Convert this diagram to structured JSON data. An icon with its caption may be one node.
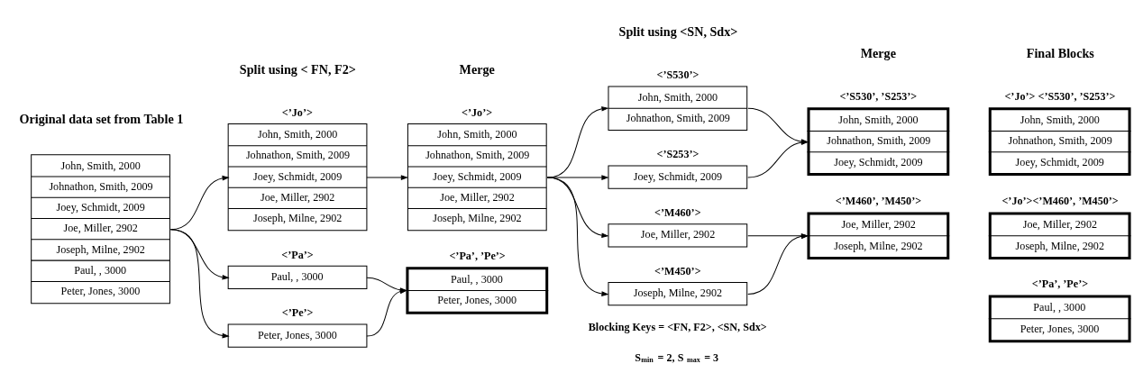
{
  "diagram": {
    "nodes": [
      {
        "text": [
          "John, Smith, 2000",
          "Johnathon, Smith, 2009",
          "Joey, Schmidt, 2009",
          "Joe, Miller, 2902",
          "Joseph, Milne, 2902",
          "Paul, , 3000",
          "Peter, Jones, 3000"
        ]
      },
      {
        "text": [
          "<’Jo’>",
          "John, Smith, 2000",
          "Johnathon, Smith, 2009",
          "Joey, Schmidt, 2009",
          "Joe, Miller, 2902",
          "Joseph, Milne, 2902"
        ]
      },
      {
        "text": [
          "<’Pa’>",
          "Paul, , 3000"
        ]
      },
      {
        "text": [
          "<’Pe’>",
          "Peter, Jones, 3000"
        ]
      },
      {
        "text": [
          "<’Jo’>",
          "John, Smith, 2000",
          "Johnathon, Smith, 2009",
          "Joey, Schmidt, 2009",
          "Joe, Miller, 2902",
          "Joseph, Milne, 2902"
        ]
      },
      {
        "text": [
          "<’Pa’, ’Pe’>",
          "Paul, , 3000",
          "Peter, Jones, 3000"
        ]
      },
      {
        "text": [
          "<’S530’>",
          "John, Smith, 2000",
          "Johnathon, Smith, 2009"
        ]
      },
      {
        "text": [
          "<’S253’>",
          "Joey, Schmidt, 2009"
        ]
      },
      {
        "text": [
          "<’M460’>",
          "Joe, Miller, 2902"
        ]
      },
      {
        "text": [
          "<’M450’>",
          "Joseph, Milne, 2902"
        ]
      },
      {
        "text": [
          "<’S530’, ’S253’>",
          "John, Smith, 2000",
          "Johnathon, Smith, 2009",
          "Joey, Schmidt, 2009"
        ]
      },
      {
        "text": [
          "<’M460’, ’M450’>",
          "Joe, Miller, 2902",
          "Joseph, Milne, 2902"
        ]
      },
      {
        "text": [
          "<’Jo’> <’S530’, ’S253’>",
          "John, Smith, 2000",
          "Johnathon, Smith, 2009",
          "Joey, Schmidt, 2009"
        ]
      },
      {
        "text": [
          "<’Jo’><’M460’, ’M450’>",
          "Joe, Miller, 2902",
          "Joseph, Milne, 2902"
        ]
      },
      {
        "text": [
          "<’Pa’, ’Pe’>",
          "Paul, , 3000",
          "Peter, Jones, 3000"
        ]
      }
    ],
    "edges": [
      {
        "from": 0,
        "to": 1,
        "arrow": "to"
      },
      {
        "from": 0,
        "to": 2,
        "arrow": "to"
      },
      {
        "from": 0,
        "to": 3,
        "arrow": "to"
      },
      {
        "from": 1,
        "to": 4,
        "arrow": "to"
      },
      {
        "from": 2,
        "to": 5,
        "arrow": "to"
      },
      {
        "from": 3,
        "to": 5,
        "arrow": "to"
      },
      {
        "from": 4,
        "to": 6,
        "arrow": "to"
      },
      {
        "from": 4,
        "to": 7,
        "arrow": "to"
      },
      {
        "from": 4,
        "to": 8,
        "arrow": "to"
      },
      {
        "from": 4,
        "to": 9,
        "arrow": "to"
      },
      {
        "from": 6,
        "to": 10,
        "arrow": "to"
      },
      {
        "from": 7,
        "to": 10,
        "arrow": "to"
      },
      {
        "from": 8,
        "to": 11,
        "arrow": "to"
      },
      {
        "from": 9,
        "to": 11,
        "arrow": "to"
      }
    ],
    "labels": [
      "Original data set from Table 1",
      "Split using < FN, F2>",
      "Merge",
      "Split using <SN, Sdx>",
      "Merge",
      "Final Blocks",
      "Blocking Keys = <FN, F2>, <SN, Sdx>",
      "S$_{min}$ = 2, S$_{max}$ = 3"
    ]
  }
}
